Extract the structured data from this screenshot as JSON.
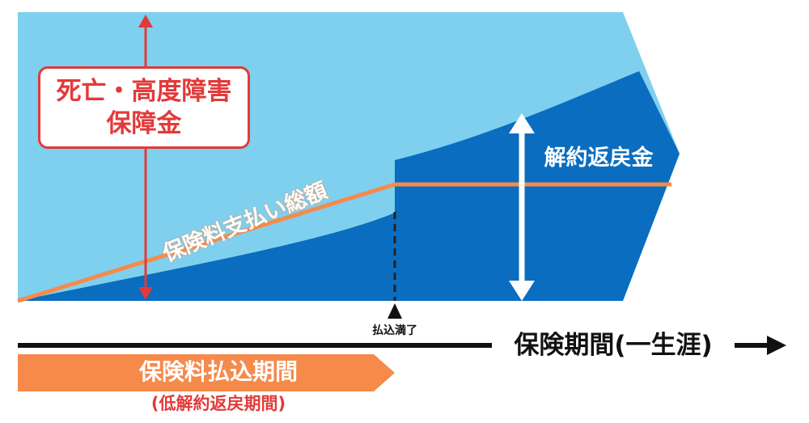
{
  "diagram": {
    "death_benefit": {
      "line1": "死亡・高度障害",
      "line2": "保障金"
    },
    "surrender_value_label": "解約返戻金",
    "premium_total_label": "保険料支払い総額",
    "paid_up_label": "払込満了",
    "policy_term_label": "保険期間(一生涯)",
    "payment_period_label": "保険料払込期間",
    "low_surrender_period_label": "(低解約返戻期間)",
    "colors": {
      "light_blue": "#7fd0ee",
      "dark_blue": "#0a6dbf",
      "orange": "#f58a4b",
      "red": "#e23a3a",
      "axis": "#111111"
    }
  }
}
